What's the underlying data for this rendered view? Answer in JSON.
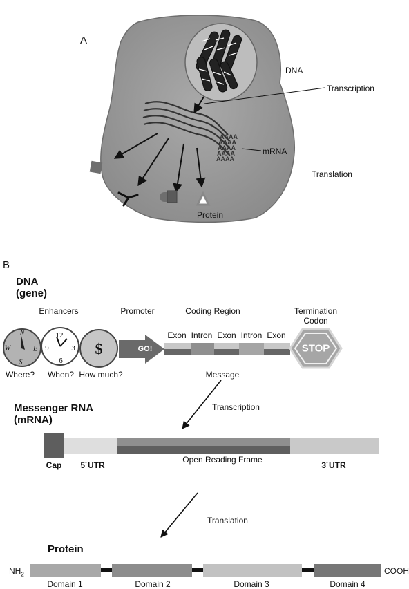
{
  "panel_a": {
    "label": "A",
    "dna_label": "DNA",
    "transcription_label": "Transcription",
    "mrna_label": "mRNA",
    "translation_label": "Translation",
    "protein_label": "Protein",
    "polya": [
      "AAAA",
      "AAAA",
      "AAAA",
      "AAAA",
      "AAAA"
    ]
  },
  "panel_b": {
    "label": "B",
    "dna_title": "DNA\n(gene)",
    "enhancers_label": "Enhancers",
    "promoter_label": "Promoter",
    "coding_region_label": "Coding Region",
    "termination_label": "Termination\nCodon",
    "compass": {
      "n": "N",
      "s": "S",
      "e": "E",
      "w": "W"
    },
    "clock": {
      "n12": "12",
      "n3": "3",
      "n6": "6",
      "n9": "9"
    },
    "dollar": "$",
    "where_label": "Where?",
    "when_label": "When?",
    "how_much_label": "How much?",
    "go_label": "GO!",
    "segments": [
      "Exon",
      "Intron",
      "Exon",
      "Intron",
      "Exon"
    ],
    "stop_label": "STOP",
    "message_label": "Message",
    "transcription_label": "Transcription",
    "mrna_title": "Messenger RNA\n(mRNA)",
    "cap_label": "Cap",
    "utr5_label": "5´UTR",
    "orf_label": "Open Reading Frame",
    "utr3_label": "3´UTR",
    "translation_label": "Translation",
    "protein_title": "Protein",
    "nh2_label": "NH",
    "nh2_sub": "2",
    "cooh_label": "COOH",
    "domains": [
      "Domain 1",
      "Domain 2",
      "Domain 3",
      "Domain 4"
    ]
  }
}
